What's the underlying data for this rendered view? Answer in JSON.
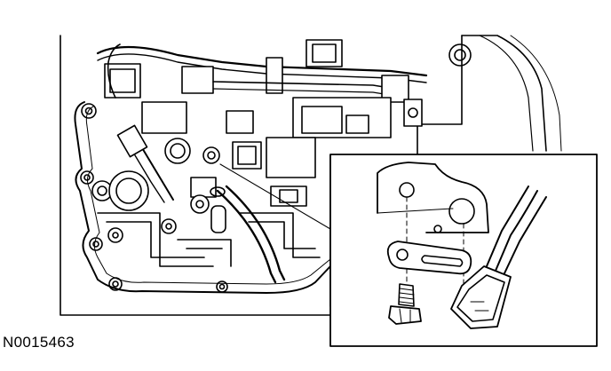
{
  "figure": {
    "id_label": "N0015463",
    "line_color": "#000000",
    "fill_color": "#ffffff",
    "shade_color": "#d9d9d9"
  },
  "parts": [
    {
      "name": "transmission-valve-body",
      "icon": "valve-body-illustration"
    },
    {
      "name": "detail-inset",
      "icon": "magnified-detail"
    },
    {
      "name": "sensor-bracket",
      "icon": "bracket-plate"
    },
    {
      "name": "bolt",
      "icon": "hex-bolt-icon"
    },
    {
      "name": "sensor-connector",
      "icon": "connector-icon"
    }
  ]
}
